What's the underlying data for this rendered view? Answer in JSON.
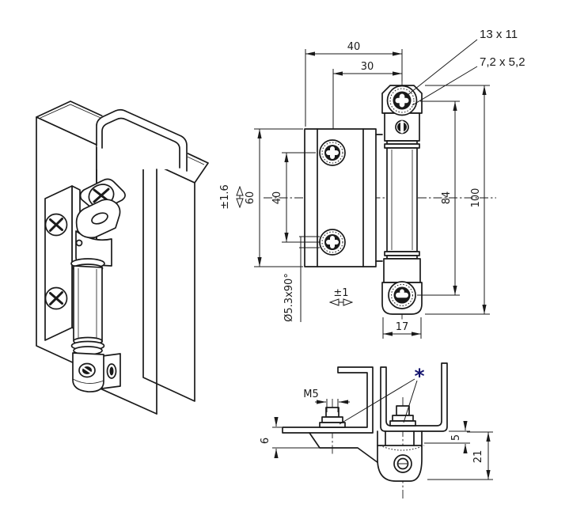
{
  "front": {
    "dims": {
      "top_width": "40",
      "top_width_inner": "30",
      "plate_height": "60",
      "hole_spacing": "40",
      "play_vertical": "±1.6",
      "play_horizontal": "±1",
      "countersink": "Ø5.3x90°",
      "pivot_span": "84",
      "overall_height": "100",
      "knuckle_width": "17"
    },
    "callouts": {
      "cutout": "13 x 11",
      "slot": "7,2 x 5,2"
    }
  },
  "section": {
    "dims": {
      "thread": "M5",
      "door_sheet_offset": "6",
      "frame_sheet_offset": "5",
      "overall_depth": "21"
    },
    "footnote_marker": "*"
  },
  "colors": {
    "line": "#1a1a1a",
    "background": "#ffffff",
    "footnote_marker": "#14146e"
  }
}
